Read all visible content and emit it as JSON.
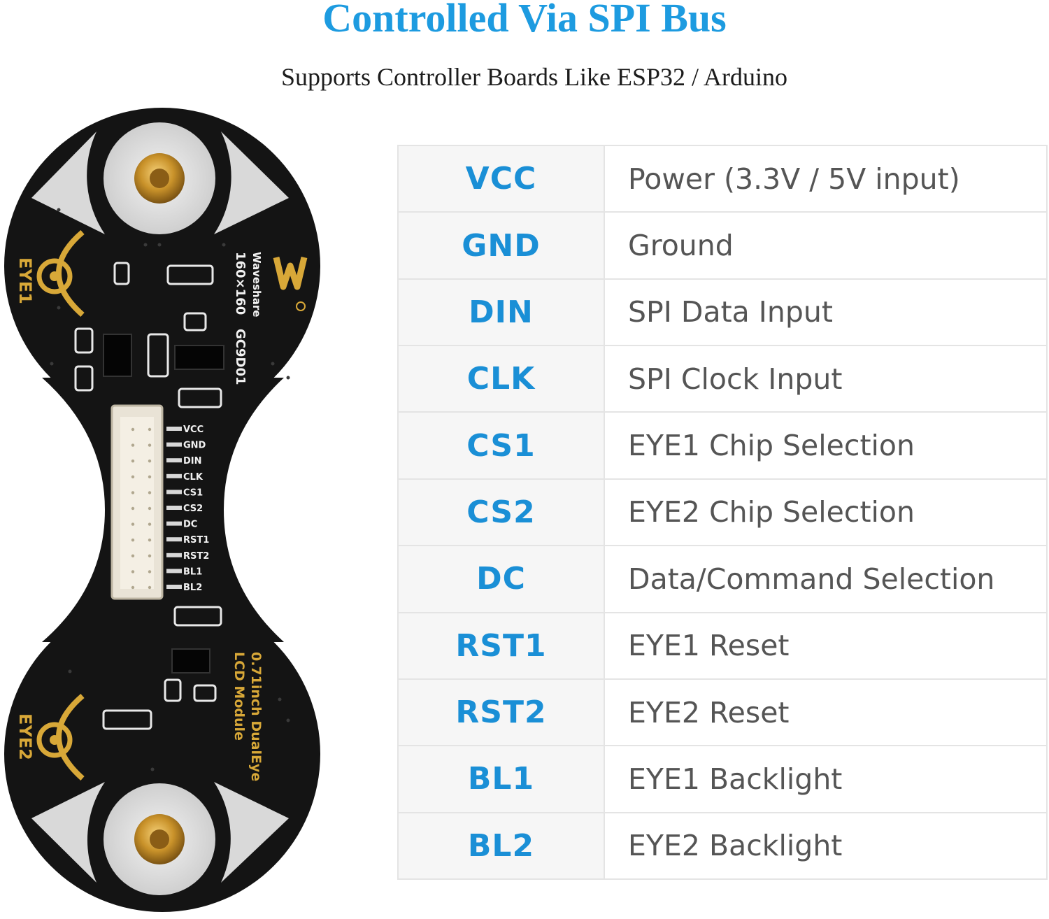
{
  "header": {
    "title": "Controlled Via SPI Bus",
    "subtitle": "Supports Controller Boards Like ESP32 / Arduino"
  },
  "board": {
    "eye1_label": "EYE1",
    "eye2_label": "EYE2",
    "brand": "Waveshare",
    "resolution": "160×160",
    "driver": "GC9D01",
    "module_line1": "0.71inch DualEye",
    "module_line2": "LCD Module",
    "connector_pins": [
      "VCC",
      "GND",
      "DIN",
      "CLK",
      "CS1",
      "CS2",
      "DC",
      "RST1",
      "RST2",
      "BL1",
      "BL2"
    ]
  },
  "pins": [
    {
      "name": "VCC",
      "description": "Power (3.3V / 5V input)"
    },
    {
      "name": "GND",
      "description": "Ground"
    },
    {
      "name": "DIN",
      "description": "SPI Data Input"
    },
    {
      "name": "CLK",
      "description": "SPI Clock Input"
    },
    {
      "name": "CS1",
      "description": "EYE1 Chip Selection"
    },
    {
      "name": "CS2",
      "description": "EYE2 Chip Selection"
    },
    {
      "name": "DC",
      "description": "Data/Command Selection"
    },
    {
      "name": "RST1",
      "description": "EYE1 Reset"
    },
    {
      "name": "RST2",
      "description": "EYE2 Reset"
    },
    {
      "name": "BL1",
      "description": "EYE1 Backlight"
    },
    {
      "name": "BL2",
      "description": "EYE2 Backlight"
    }
  ],
  "colors": {
    "accent": "#1d9be0",
    "board": "#141414",
    "gold": "#d8a838"
  }
}
